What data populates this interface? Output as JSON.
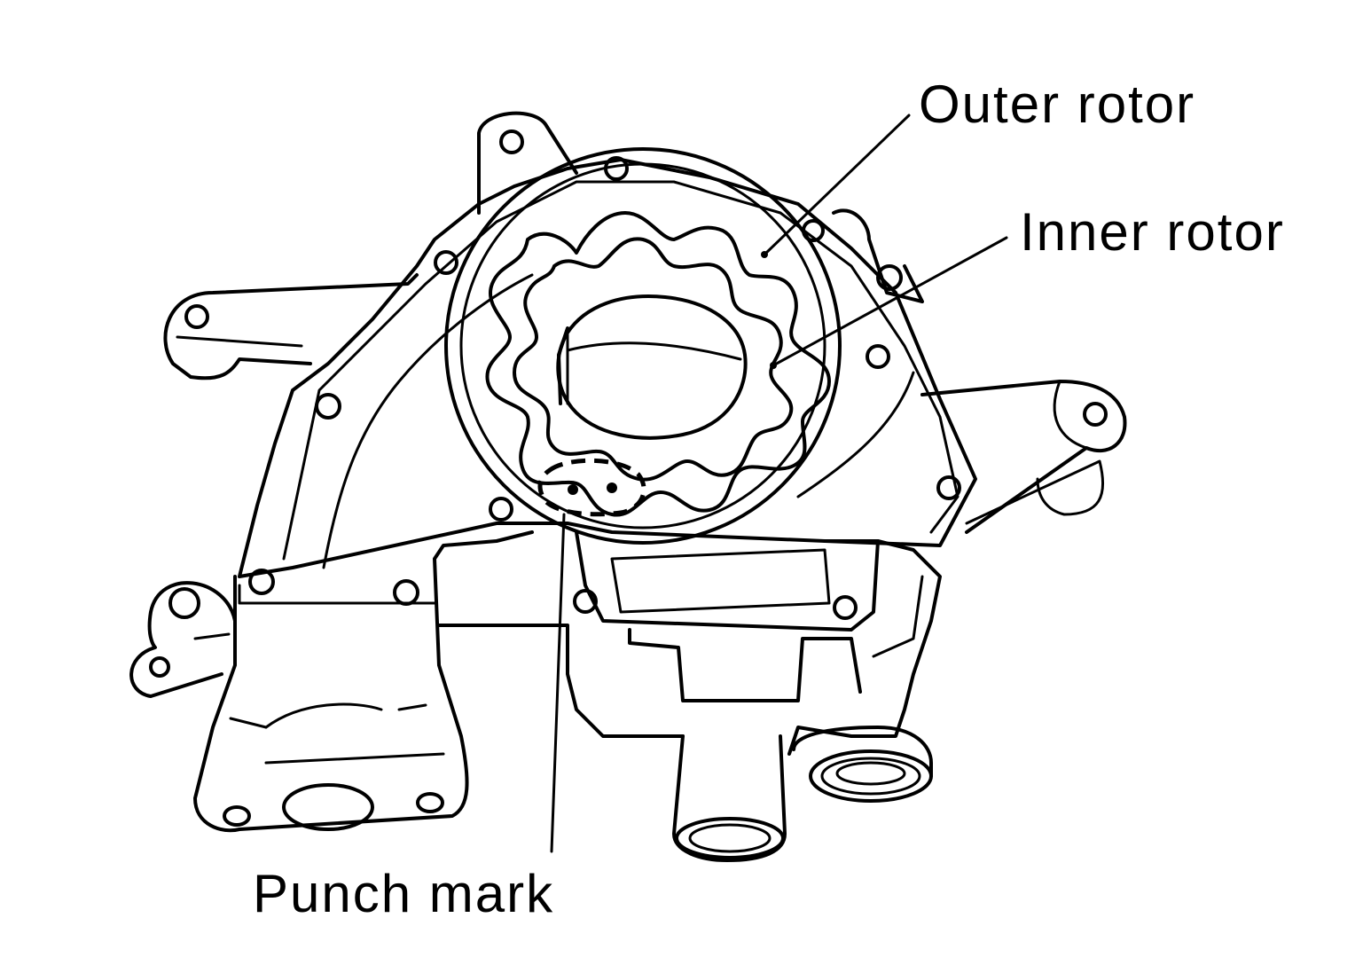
{
  "labels": {
    "outer_rotor": "Outer rotor",
    "inner_rotor": "Inner rotor",
    "punch_mark": "Punch mark"
  },
  "colors": {
    "line": "#000000",
    "background": "#ffffff"
  }
}
